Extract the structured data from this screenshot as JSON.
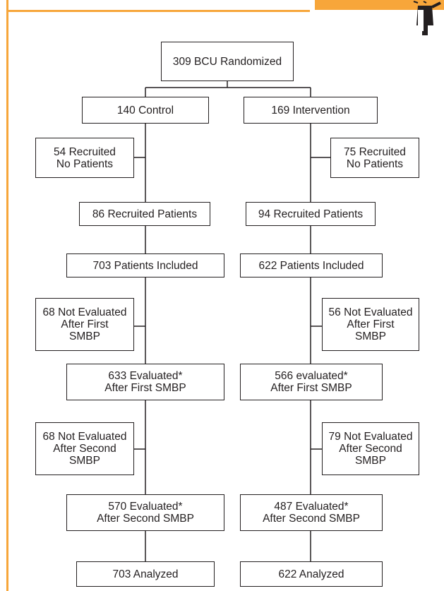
{
  "colors": {
    "accent": "#f7a63a",
    "line": "#231f20"
  },
  "flowchart": {
    "root": "309 BCU Randomized",
    "control": {
      "arm": "140 Control",
      "no_patients": "54 Recruited\nNo Patients",
      "recruited": "86 Recruited Patients",
      "included": "703 Patients Included",
      "not_eval_first": "68 Not Evaluated\nAfter First\nSMBP",
      "eval_first": "633 Evaluated*\nAfter First SMBP",
      "not_eval_second": "68 Not Evaluated\nAfter Second\nSMBP",
      "eval_second": "570 Evaluated*\nAfter Second SMBP",
      "analyzed": "703 Analyzed"
    },
    "intervention": {
      "arm": "169 Intervention",
      "no_patients": "75 Recruited\nNo Patients",
      "recruited": "94 Recruited Patients",
      "included": "622 Patients Included",
      "not_eval_first": "56 Not Evaluated\nAfter First\nSMBP",
      "eval_first": "566 evaluated*\nAfter First SMBP",
      "not_eval_second": "79 Not Evaluated\nAfter Second\nSMBP",
      "eval_second": "487 Evaluated*\nAfter Second SMBP",
      "analyzed": "622 Analyzed"
    }
  }
}
